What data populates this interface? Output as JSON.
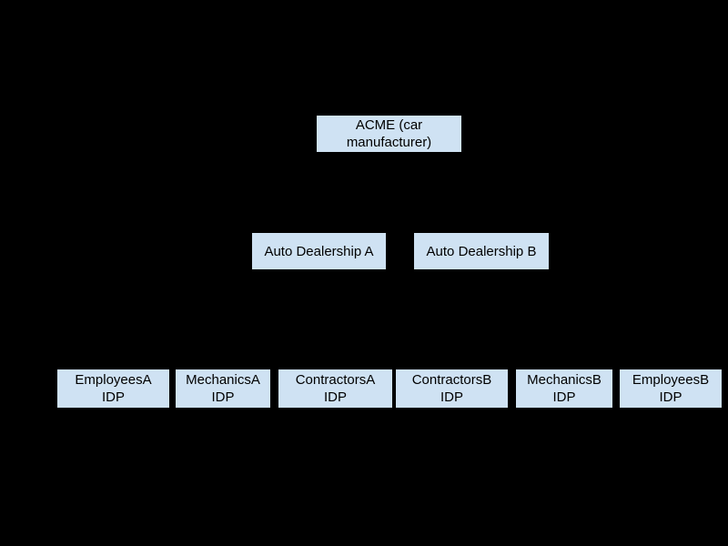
{
  "diagram": {
    "type": "hierarchy",
    "background_color": "#000000",
    "node_fill_color": "#cfe2f3",
    "node_text_color": "#000000",
    "nodes": {
      "acme": {
        "label": "ACME (car manufacturer)",
        "lines": [
          "ACME (car",
          "manufacturer)"
        ]
      },
      "dealership_a": {
        "label": "Auto Dealership A",
        "lines": [
          "Auto Dealership A"
        ]
      },
      "dealership_b": {
        "label": "Auto Dealership B",
        "lines": [
          "Auto Dealership B"
        ]
      },
      "employees_a": {
        "label": "EmployeesA IDP",
        "lines": [
          "EmployeesA",
          "IDP"
        ]
      },
      "mechanics_a": {
        "label": "MechanicsA IDP",
        "lines": [
          "MechanicsA",
          "IDP"
        ]
      },
      "contractors_a": {
        "label": "ContractorsA IDP",
        "lines": [
          "ContractorsA",
          "IDP"
        ]
      },
      "contractors_b": {
        "label": "ContractorsB IDP",
        "lines": [
          "ContractorsB",
          "IDP"
        ]
      },
      "mechanics_b": {
        "label": "MechanicsB IDP",
        "lines": [
          "MechanicsB",
          "IDP"
        ]
      },
      "employees_b": {
        "label": "EmployeesB IDP",
        "lines": [
          "EmployeesB",
          "IDP"
        ]
      }
    }
  }
}
